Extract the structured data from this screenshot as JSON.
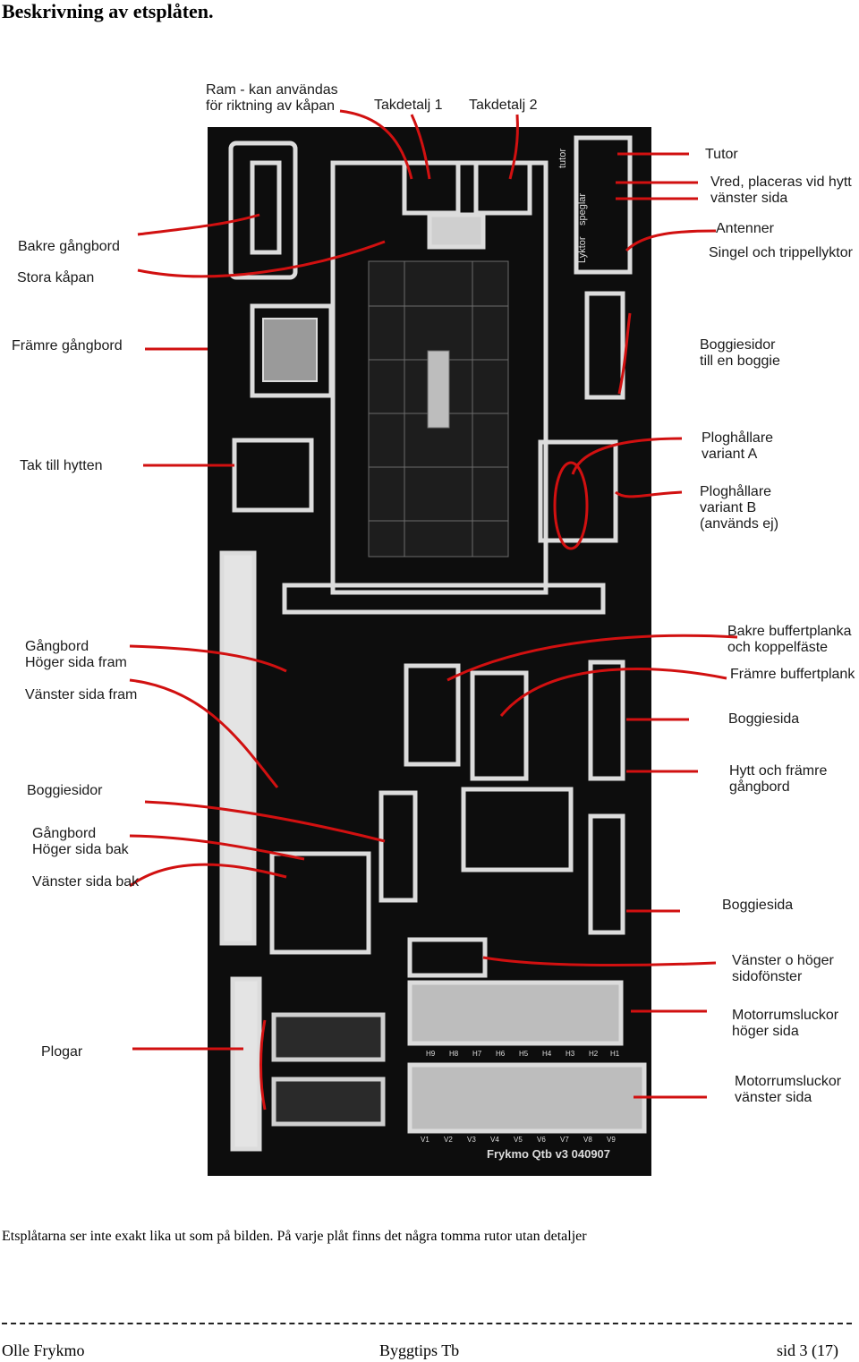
{
  "title": "Beskrivning av etsplåten.",
  "labels": {
    "ram": [
      "Ram - kan användas",
      "för riktning av kåpan"
    ],
    "takdetalj1": "Takdetalj 1",
    "takdetalj2": "Takdetalj 2",
    "tutor": "Tutor",
    "vred": [
      "Vred, placeras vid hytt",
      "vänster sida"
    ],
    "antenner": "Antenner",
    "singel": "Singel och trippellyktor",
    "bakre_gangbord": "Bakre gångbord",
    "stora_kapan": "Stora kåpan",
    "framre_gangbord": "Främre gångbord",
    "boggiesidor_en": [
      "Boggiesidor",
      "till en boggie"
    ],
    "tak_hytten": "Tak till hytten",
    "plog_a": [
      "Ploghållare",
      "variant A"
    ],
    "plog_b": [
      "Ploghållare",
      "variant B",
      "(används ej)"
    ],
    "gangbord_fram": [
      "Gångbord",
      "Höger sida fram"
    ],
    "vanster_fram": "Vänster sida fram",
    "bakre_buffert": [
      "Bakre buffertplanka",
      "och koppelfäste"
    ],
    "framre_buffert": "Främre buffertplank",
    "boggiesida1": "Boggiesida",
    "hytt": [
      "Hytt och främre",
      "gångbord"
    ],
    "boggiesidor": "Boggiesidor",
    "gangbord_bak": [
      "Gångbord",
      "Höger sida bak"
    ],
    "vanster_bak": "Vänster sida bak",
    "boggiesida2": "Boggiesida",
    "sidofonster": [
      "Vänster o höger",
      "sidofönster"
    ],
    "motor_hoger": [
      "Motorrumsluckor",
      "höger sida"
    ],
    "plogar": "Plogar",
    "motor_vanster": [
      "Motorrumsluckor",
      "vänster sida"
    ]
  },
  "sheet": {
    "vertical_texts": [
      "tutor",
      "speglar",
      "Lyktor"
    ],
    "h_marks": [
      "H9",
      "H8",
      "H7",
      "H6",
      "H5",
      "H4",
      "H3",
      "H2",
      "H1"
    ],
    "v_marks": [
      "V1",
      "V2",
      "V3",
      "V4",
      "V5",
      "V6",
      "V7",
      "V8",
      "V9"
    ],
    "imprint": "Frykmo Qtb v3 040907"
  },
  "caption": "Etsplåtarna ser inte exakt lika ut som på bilden. På varje plåt finns det några tomma rutor utan detaljer",
  "footer": {
    "left": "Olle Frykmo",
    "center": "Byggtips Tb",
    "right": "sid 3 (17)"
  },
  "colors": {
    "sheet": "#0d0d0d",
    "metal": "#d6d6d6",
    "annotation": "#d11010"
  }
}
